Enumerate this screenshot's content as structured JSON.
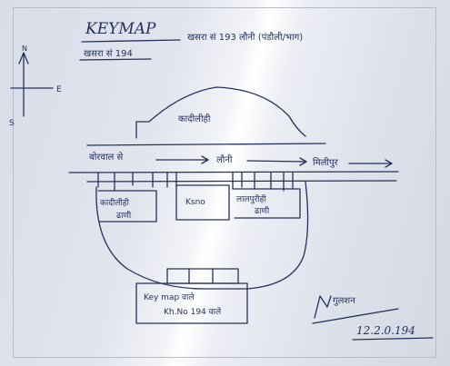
{
  "header": {
    "title": "KEYMAP",
    "title_devanagari": "खसरा सं 193 लौनी (पंडौली/भाग)",
    "subtitle_devanagari": "खसरा सं 194"
  },
  "compass": {
    "north": "N",
    "east": "E",
    "south": "S"
  },
  "labels": {
    "top_field": "कादीलीही",
    "road_left": "बोरवाल से",
    "road_mid": "लौनी",
    "road_right": "मिलीपुर",
    "plot_left_line1": "कादीलीही",
    "plot_left_line2": "ढाणी",
    "plot_center": "Ksno",
    "plot_right_line1": "लालपुरीही",
    "plot_right_line2": "ढाणी",
    "keymap_box_line1": "Key map वाले",
    "keymap_box_line2": "Kh.No 194 वाले"
  },
  "signature": {
    "name": "गुलशन",
    "date": "12.2.0.194"
  }
}
